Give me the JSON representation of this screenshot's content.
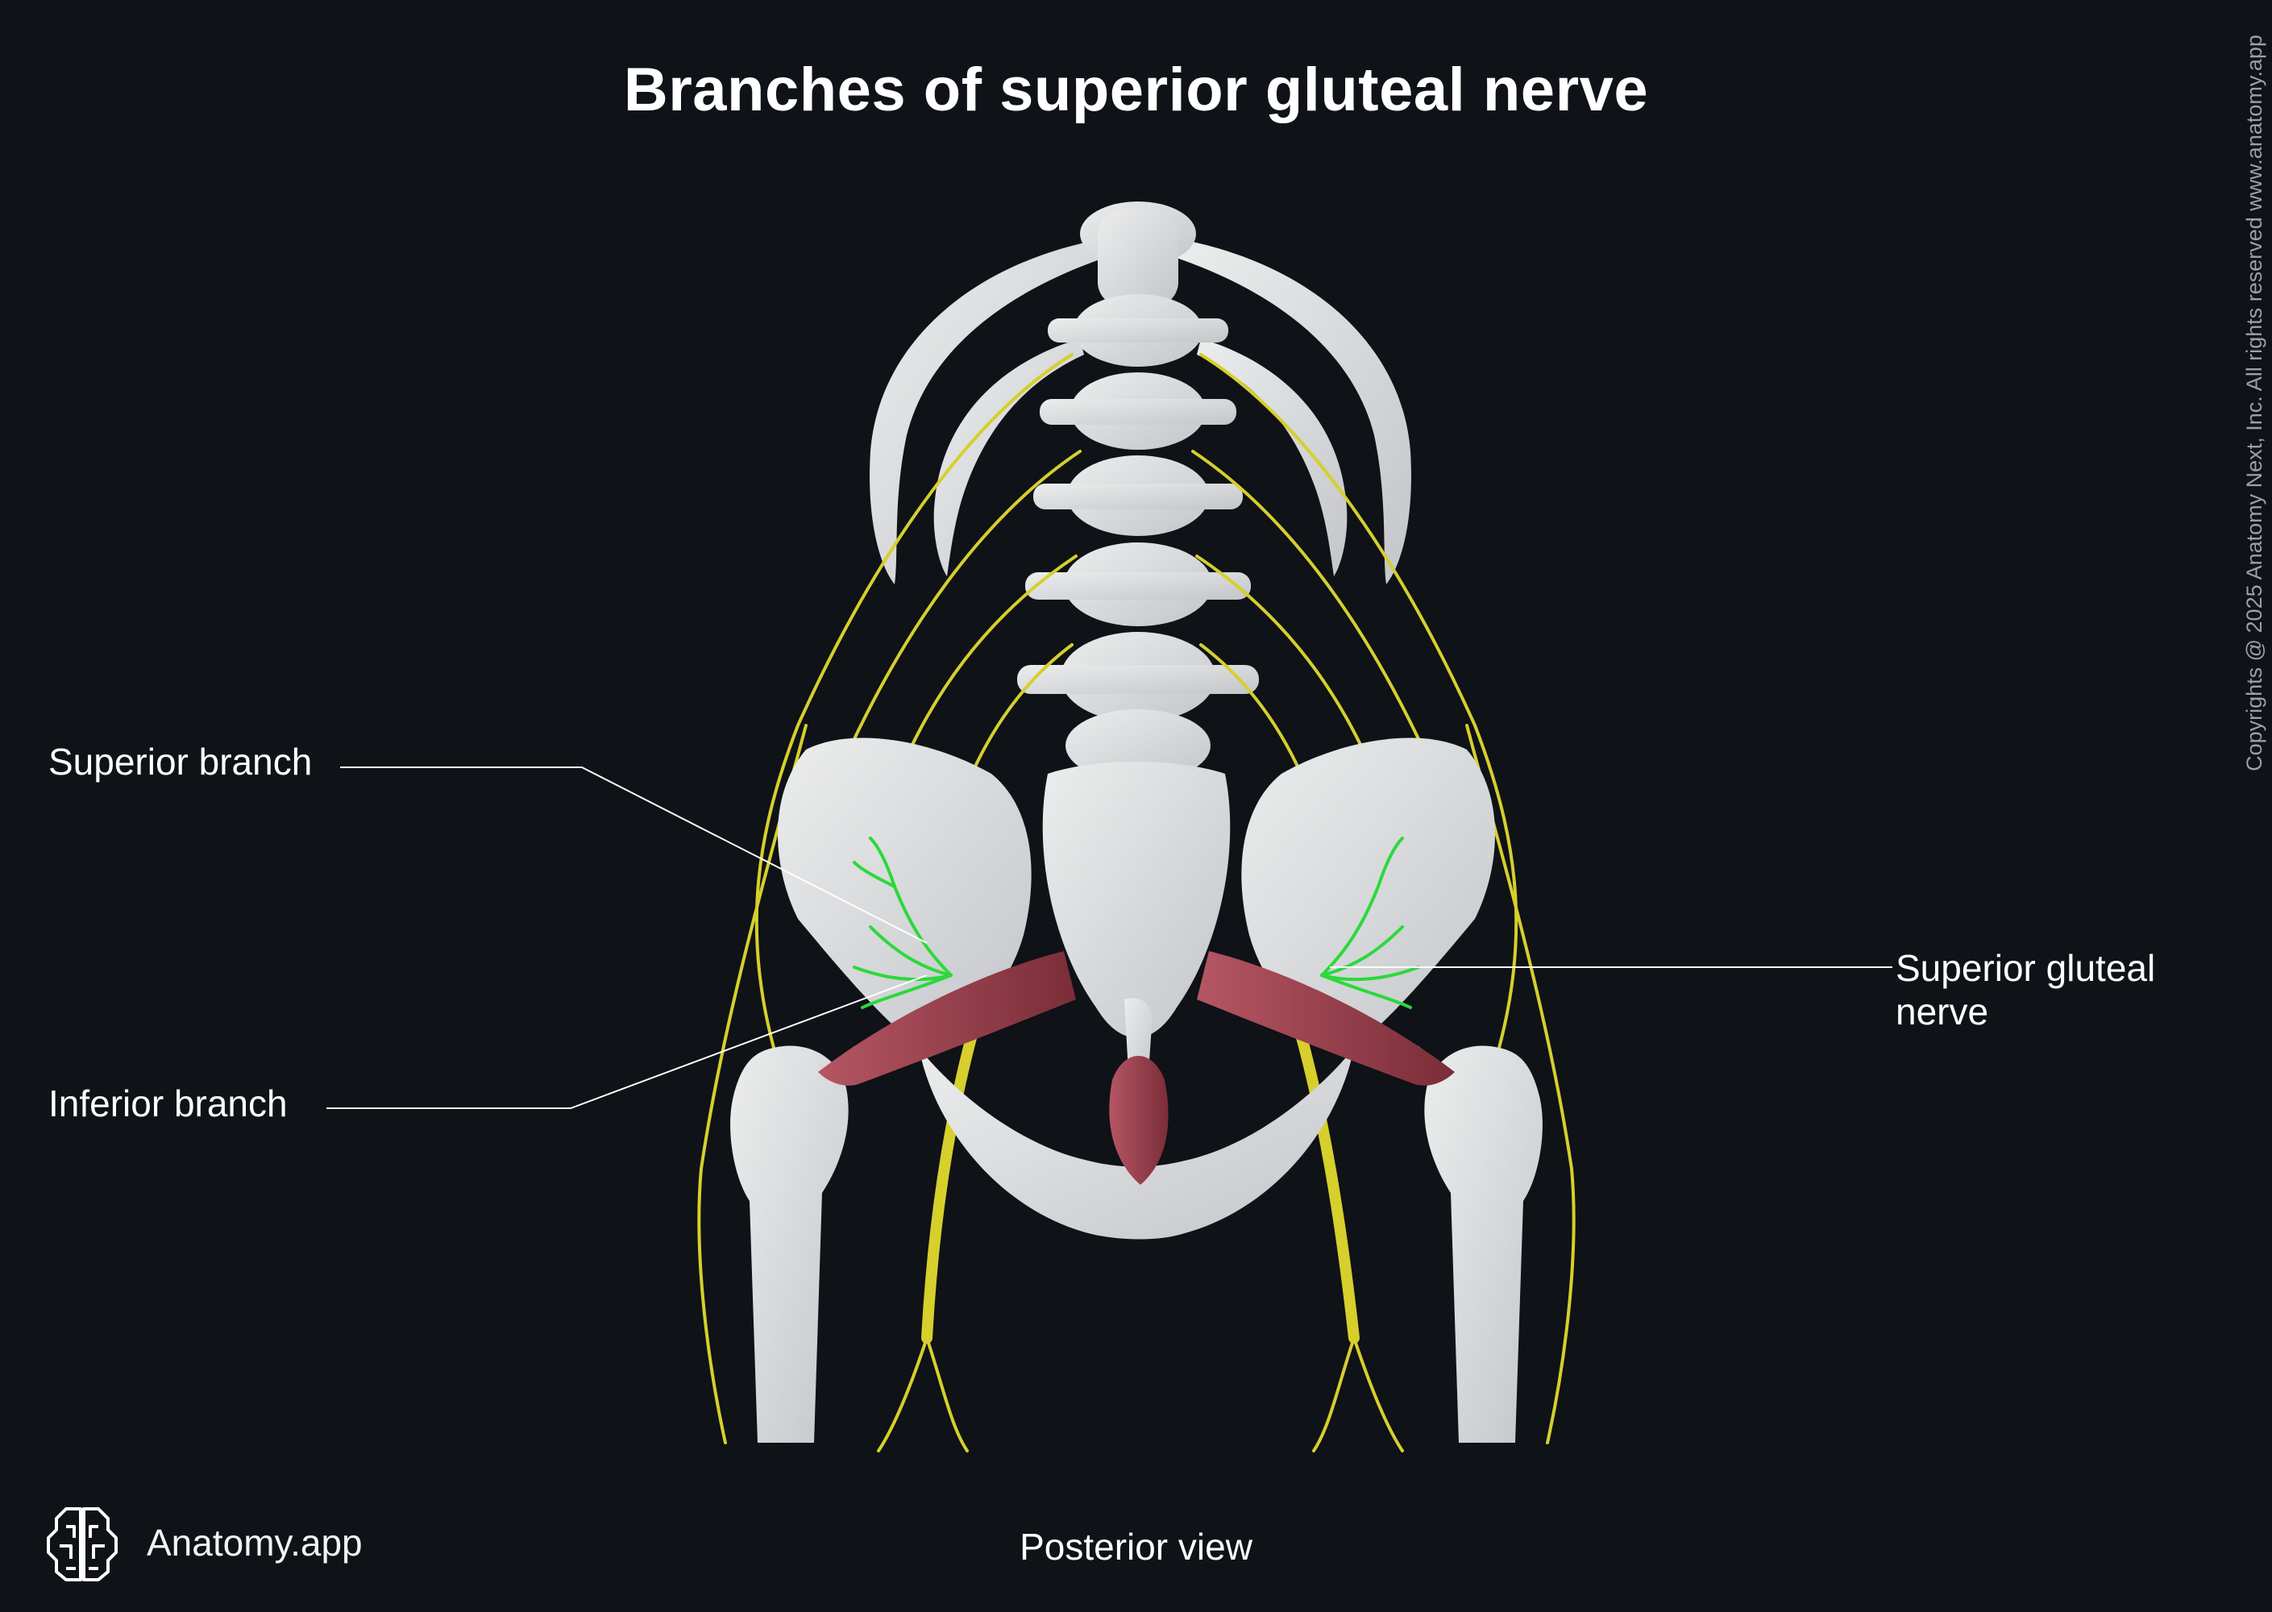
{
  "title": "Branches of superior gluteal nerve",
  "labels": {
    "superior_branch": "Superior branch",
    "inferior_branch": "Inferior branch",
    "superior_gluteal_nerve": "Superior gluteal nerve"
  },
  "caption": "Posterior view",
  "brand": {
    "name": "Anatomy.app",
    "icon": "brain-logo-icon"
  },
  "copyright": "Copyrights @ 2025 Anatomy Next, Inc. All rights reserved www.anatomy.app",
  "colors": {
    "background": "#0f1217",
    "bone": "#d9dadd",
    "nerve": "#d6cf2c",
    "highlight_nerve": "#2bd93a",
    "muscle": "#a04450",
    "leader_line": "#ffffff"
  }
}
